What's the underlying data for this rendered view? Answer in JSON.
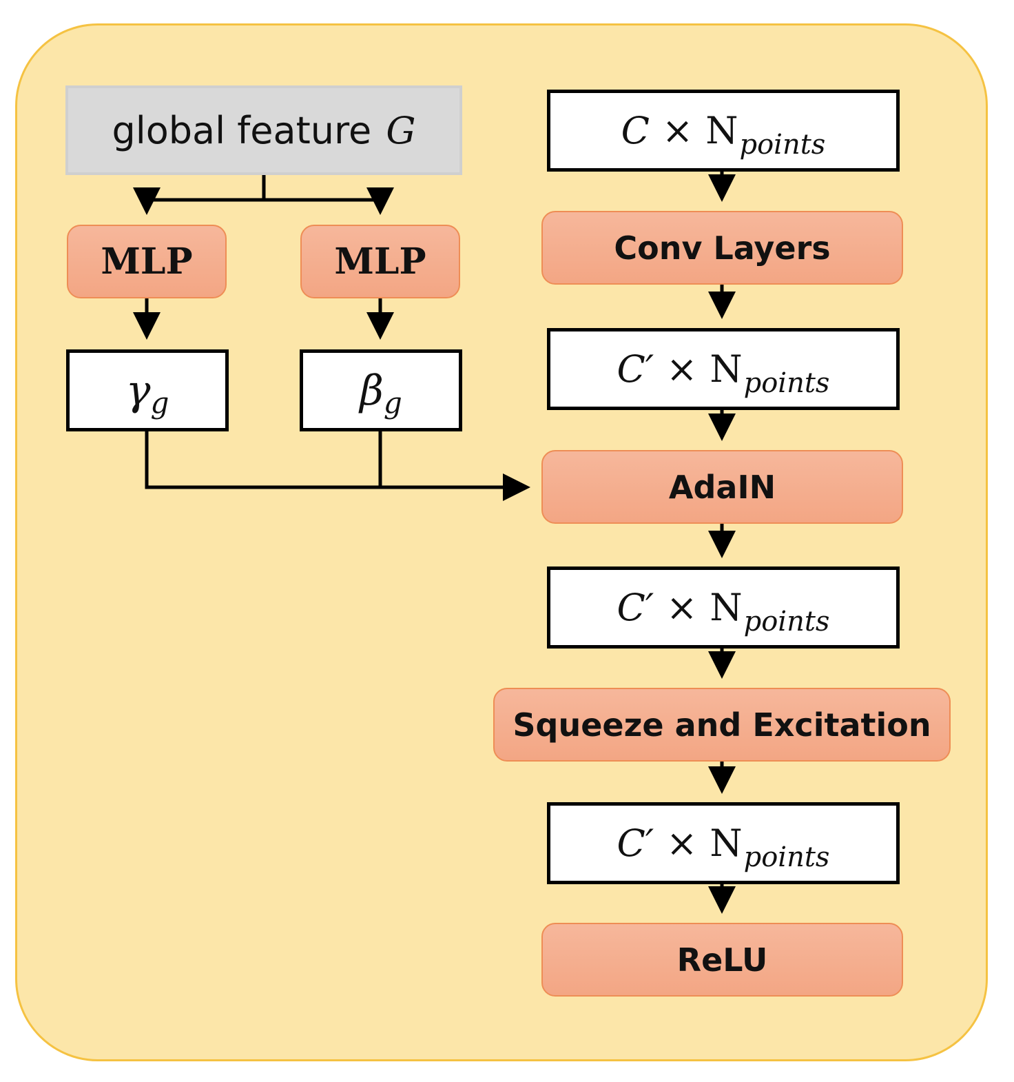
{
  "diagram": {
    "global_feature": {
      "text": "global feature ",
      "symbol": "G"
    },
    "mlp_left": "MLP",
    "mlp_right": "MLP",
    "gamma": {
      "symbol": "γ",
      "sub": "g"
    },
    "beta": {
      "symbol": "β",
      "sub": "g"
    },
    "tensors": [
      {
        "channel": "C",
        "times": "×",
        "n": "N",
        "sub": "points"
      },
      {
        "channel": "C′",
        "times": "×",
        "n": "N",
        "sub": "points"
      },
      {
        "channel": "C′",
        "times": "×",
        "n": "N",
        "sub": "points"
      },
      {
        "channel": "C′",
        "times": "×",
        "n": "N",
        "sub": "points"
      }
    ],
    "conv_layers": "Conv Layers",
    "adain": "AdaIN",
    "squeeze_excitation": "Squeeze and Excitation",
    "relu": "ReLU"
  },
  "colors": {
    "panel_fill": "#fce6a9",
    "panel_border": "#f5c242",
    "op_fill": "#f4ad8e",
    "op_border": "#ee8d55",
    "input_fill": "#d9d9d9"
  }
}
